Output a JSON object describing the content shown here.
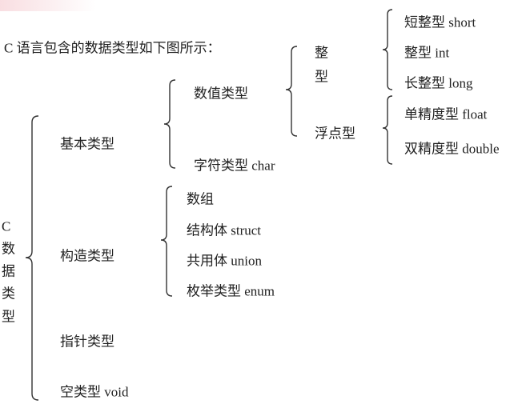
{
  "title": "C 语言包含的数据类型如下图所示：",
  "root": [
    "C",
    "数",
    "据",
    "类",
    "型"
  ],
  "basic": {
    "label": "基本类型",
    "numeric": {
      "label": "数值类型",
      "integer": {
        "label": [
          "整",
          "型"
        ],
        "items": [
          "短整型 short",
          "整型 int",
          "长整型 long"
        ]
      },
      "float": {
        "label": "浮点型",
        "items": [
          "单精度型 float",
          "双精度型 double"
        ]
      }
    },
    "char": "字符类型 char"
  },
  "constructed": {
    "label": "构造类型",
    "items": [
      "数组",
      "结构体 struct",
      "共用体 union",
      "枚举类型 enum"
    ]
  },
  "pointer": "指针类型",
  "void": "空类型 void"
}
